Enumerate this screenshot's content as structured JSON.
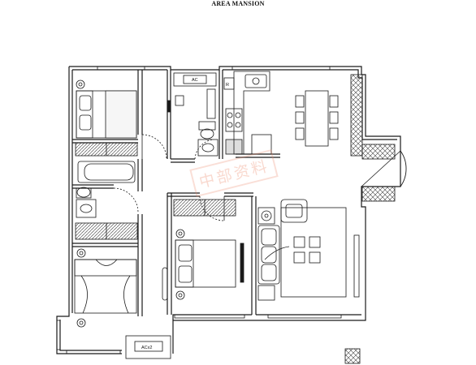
{
  "title": "AREA MANSION",
  "labels": {
    "ac_top": "AC",
    "ac_bottom": "ACx2",
    "fridge": "R"
  },
  "watermark": "中部资料",
  "colors": {
    "line": "#1a1a1a",
    "hatch": "#444444",
    "watermark": "#ec8c6e"
  }
}
